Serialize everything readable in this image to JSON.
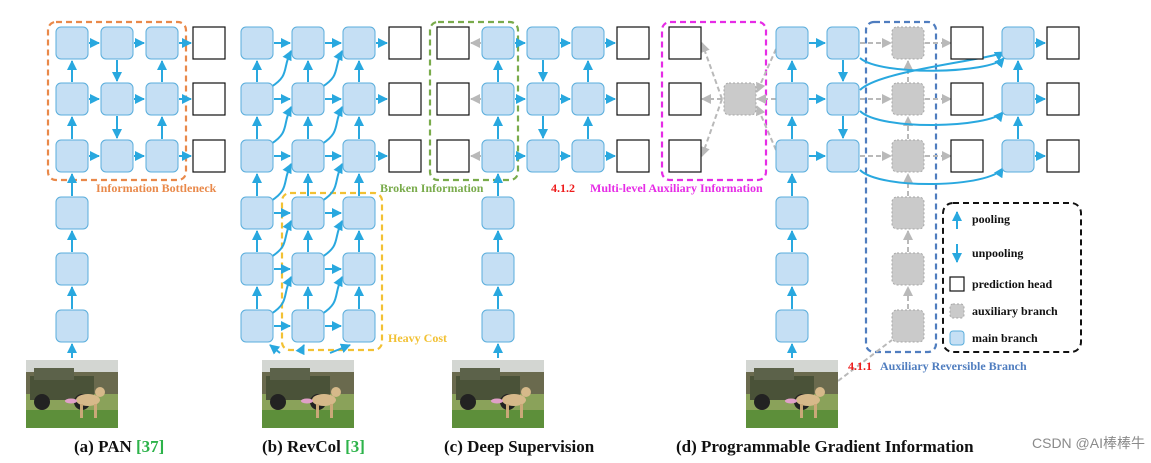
{
  "colors": {
    "main": "#c5dff4",
    "main_border": "#5aaedc",
    "arrow": "#29a8df",
    "aux": "#cacaca",
    "aux_arrow": "#b9b9b9",
    "orange": "#e9894a",
    "green": "#79ab4b",
    "yellow": "#f2c133",
    "magenta": "#e62ce6",
    "blue_dash": "#4f7dbf",
    "red": "#ee1c1c",
    "legend_border": "#111111"
  },
  "labels": {
    "information_bottleneck": "Information  Bottleneck",
    "broken_information": "Broken  Information",
    "multi_level_number": "4.1.2",
    "multi_level_text": "Multi-level Auxiliary Information",
    "heavy_cost": "Heavy Cost",
    "reversible_number": "4.1.1",
    "reversible_text": "Auxiliary  Reversible Branch"
  },
  "captions": [
    {
      "text": "(a) PAN ",
      "ref": "[37]"
    },
    {
      "text": "(b) RevCol ",
      "ref": "[3]"
    },
    {
      "text": "(c) Deep Supervision",
      "ref": ""
    },
    {
      "text": "(d) Programmable Gradient Information",
      "ref": ""
    }
  ],
  "legend": [
    {
      "icon": "pooling-arrow",
      "label": "pooling"
    },
    {
      "icon": "unpooling-arrow",
      "label": "unpooling"
    },
    {
      "icon": "prediction-head",
      "label": "prediction head"
    },
    {
      "icon": "auxiliary-branch",
      "label": "auxiliary branch"
    },
    {
      "icon": "main-branch",
      "label": "main branch"
    }
  ],
  "watermark": "CSDN @AI棒棒牛",
  "photo_subject": "dog-and-jeep-photo"
}
